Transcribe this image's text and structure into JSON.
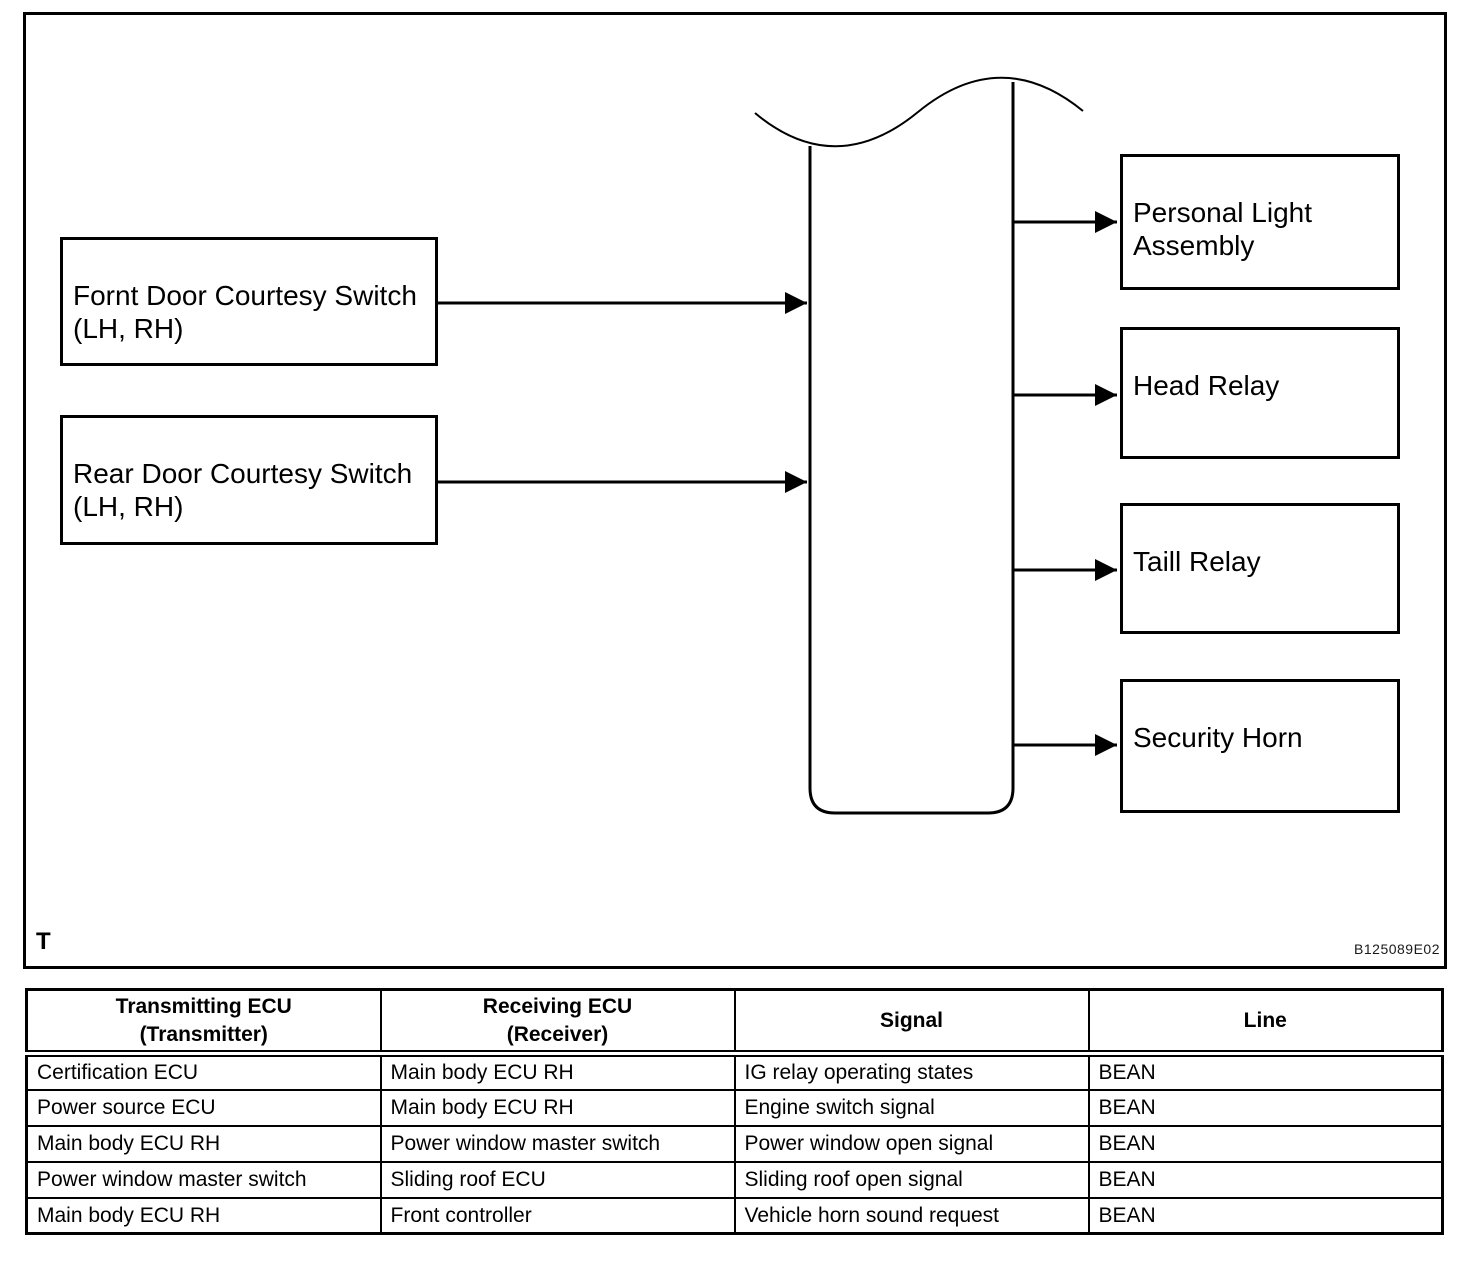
{
  "diagram": {
    "left_boxes": [
      {
        "label": "Fornt Door Courtesy Switch\n(LH, RH)"
      },
      {
        "label": "Rear Door Courtesy Switch\n(LH, RH)"
      }
    ],
    "right_boxes": [
      {
        "label": "Personal Light\nAssembly"
      },
      {
        "label": "Head Relay"
      },
      {
        "label": "Taill Relay"
      },
      {
        "label": "Security Horn"
      }
    ],
    "corner_label": "T",
    "figure_code": "B125089E02",
    "line_color": "#000000"
  },
  "table": {
    "headers": [
      "Transmitting ECU\n(Transmitter)",
      "Receiving ECU\n(Receiver)",
      "Signal",
      "Line"
    ],
    "rows": [
      [
        "Certification ECU",
        "Main body ECU RH",
        "IG relay operating states",
        "BEAN"
      ],
      [
        "Power source ECU",
        "Main body ECU RH",
        "Engine switch signal",
        "BEAN"
      ],
      [
        "Main body ECU RH",
        "Power window master switch",
        "Power window open signal",
        "BEAN"
      ],
      [
        "Power window master switch",
        "Sliding roof ECU",
        "Sliding roof open signal",
        "BEAN"
      ],
      [
        "Main body ECU RH",
        "Front controller",
        "Vehicle horn sound request",
        "BEAN"
      ]
    ]
  }
}
